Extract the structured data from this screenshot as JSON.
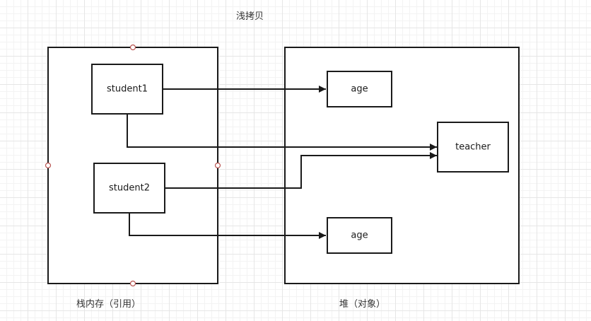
{
  "title": "浅拷贝",
  "stack_label": "栈内存（引用）",
  "heap_label": "堆（对象）",
  "nodes": {
    "student1": "student1",
    "student2": "student2",
    "age_top": "age",
    "age_bottom": "age",
    "teacher": "teacher"
  },
  "colors": {
    "stroke": "#1a1a1a",
    "handle": "#b85450",
    "grid": "#e6e6e6"
  }
}
